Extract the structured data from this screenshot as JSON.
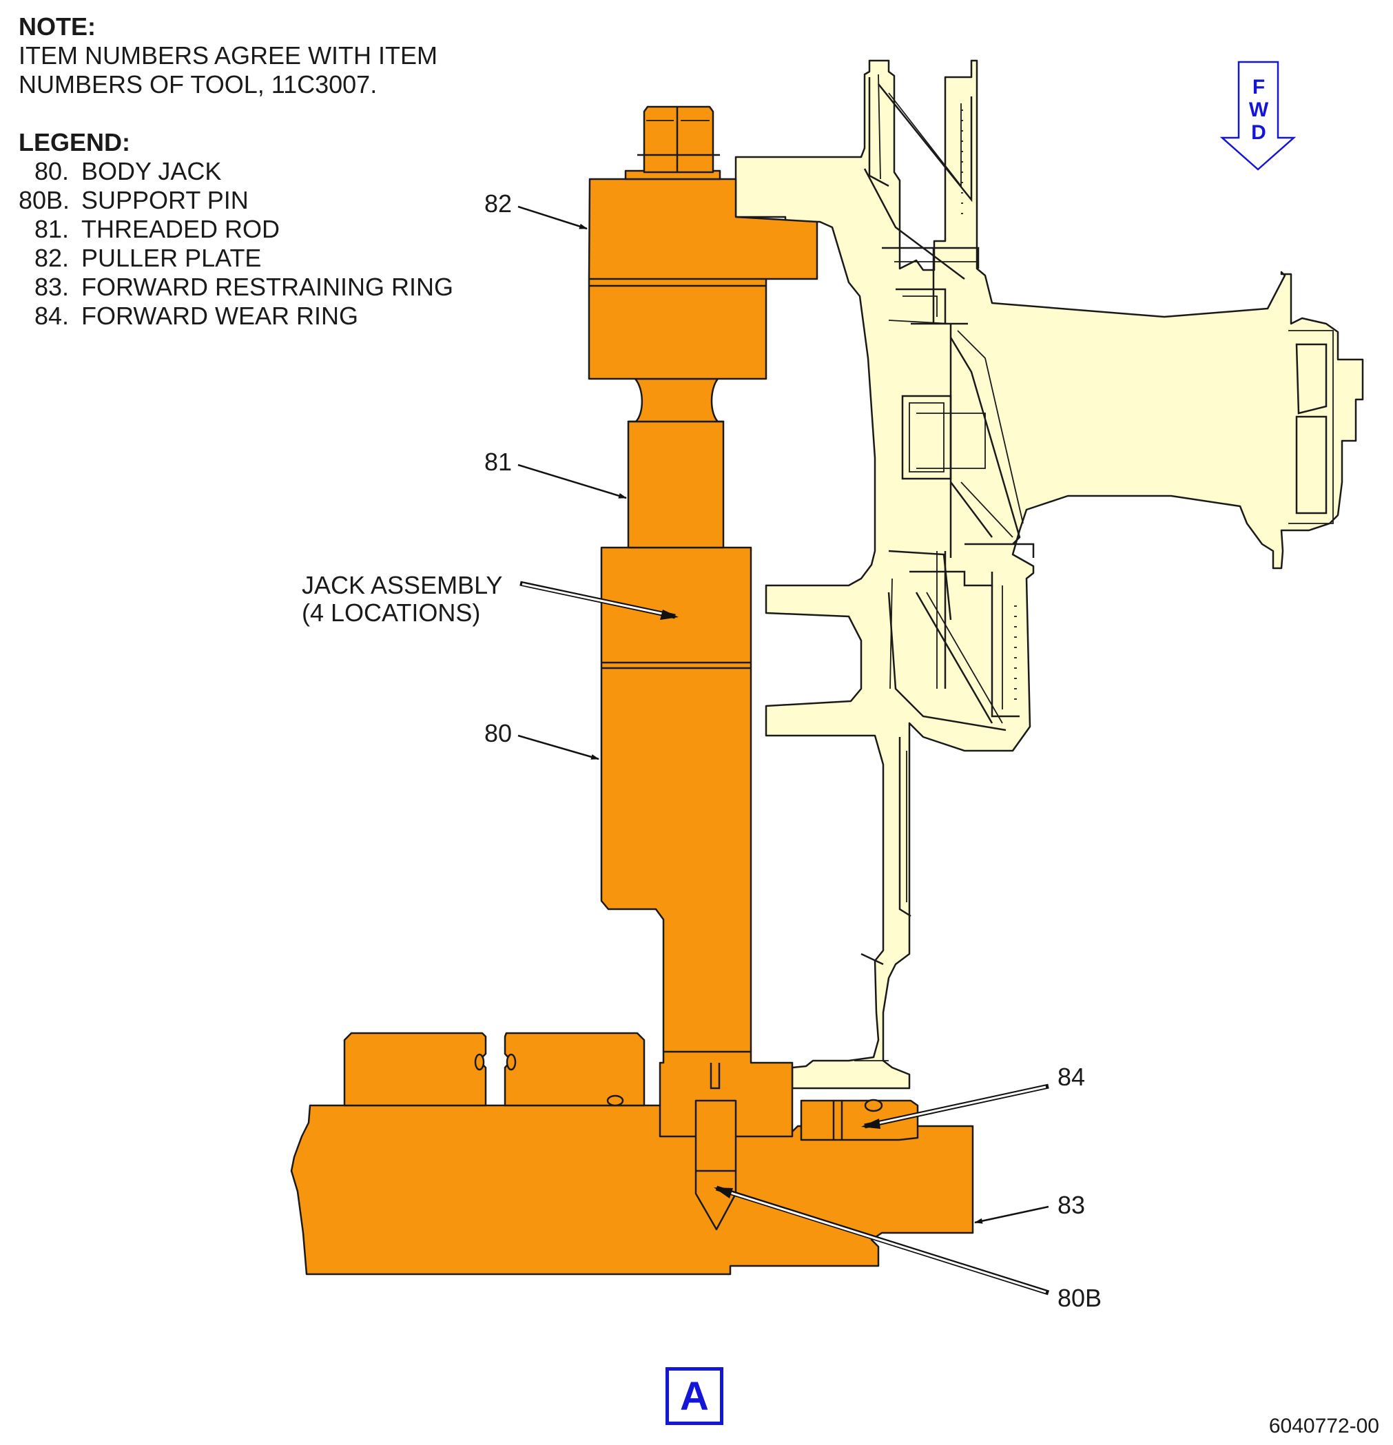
{
  "note": {
    "heading": "NOTE:",
    "lines": [
      "ITEM NUMBERS AGREE WITH ITEM",
      "NUMBERS OF TOOL, 11C3007."
    ]
  },
  "legend": {
    "heading": "LEGEND:",
    "items": [
      {
        "number": "80.",
        "label": "BODY JACK"
      },
      {
        "number": "80B.",
        "label": "SUPPORT PIN"
      },
      {
        "number": "81.",
        "label": "THREADED ROD"
      },
      {
        "number": "82.",
        "label": "PULLER PLATE"
      },
      {
        "number": "83.",
        "label": "FORWARD RESTRAINING RING"
      },
      {
        "number": "84.",
        "label": "FORWARD WEAR RING"
      }
    ]
  },
  "callouts": {
    "c82": "82",
    "c81": "81",
    "jack_assembly": "JACK ASSEMBLY\n(4 LOCATIONS)",
    "c80": "80",
    "c84": "84",
    "c83": "83",
    "c80b": "80B"
  },
  "direction_indicator": {
    "text": "F\nW\nD",
    "color": "#1515D8"
  },
  "view_label": "A",
  "figure_id": "6040772-00",
  "colors": {
    "tool": "#F7960E",
    "engine_part": "#FFFDCF",
    "indicator": "#1515D8"
  }
}
